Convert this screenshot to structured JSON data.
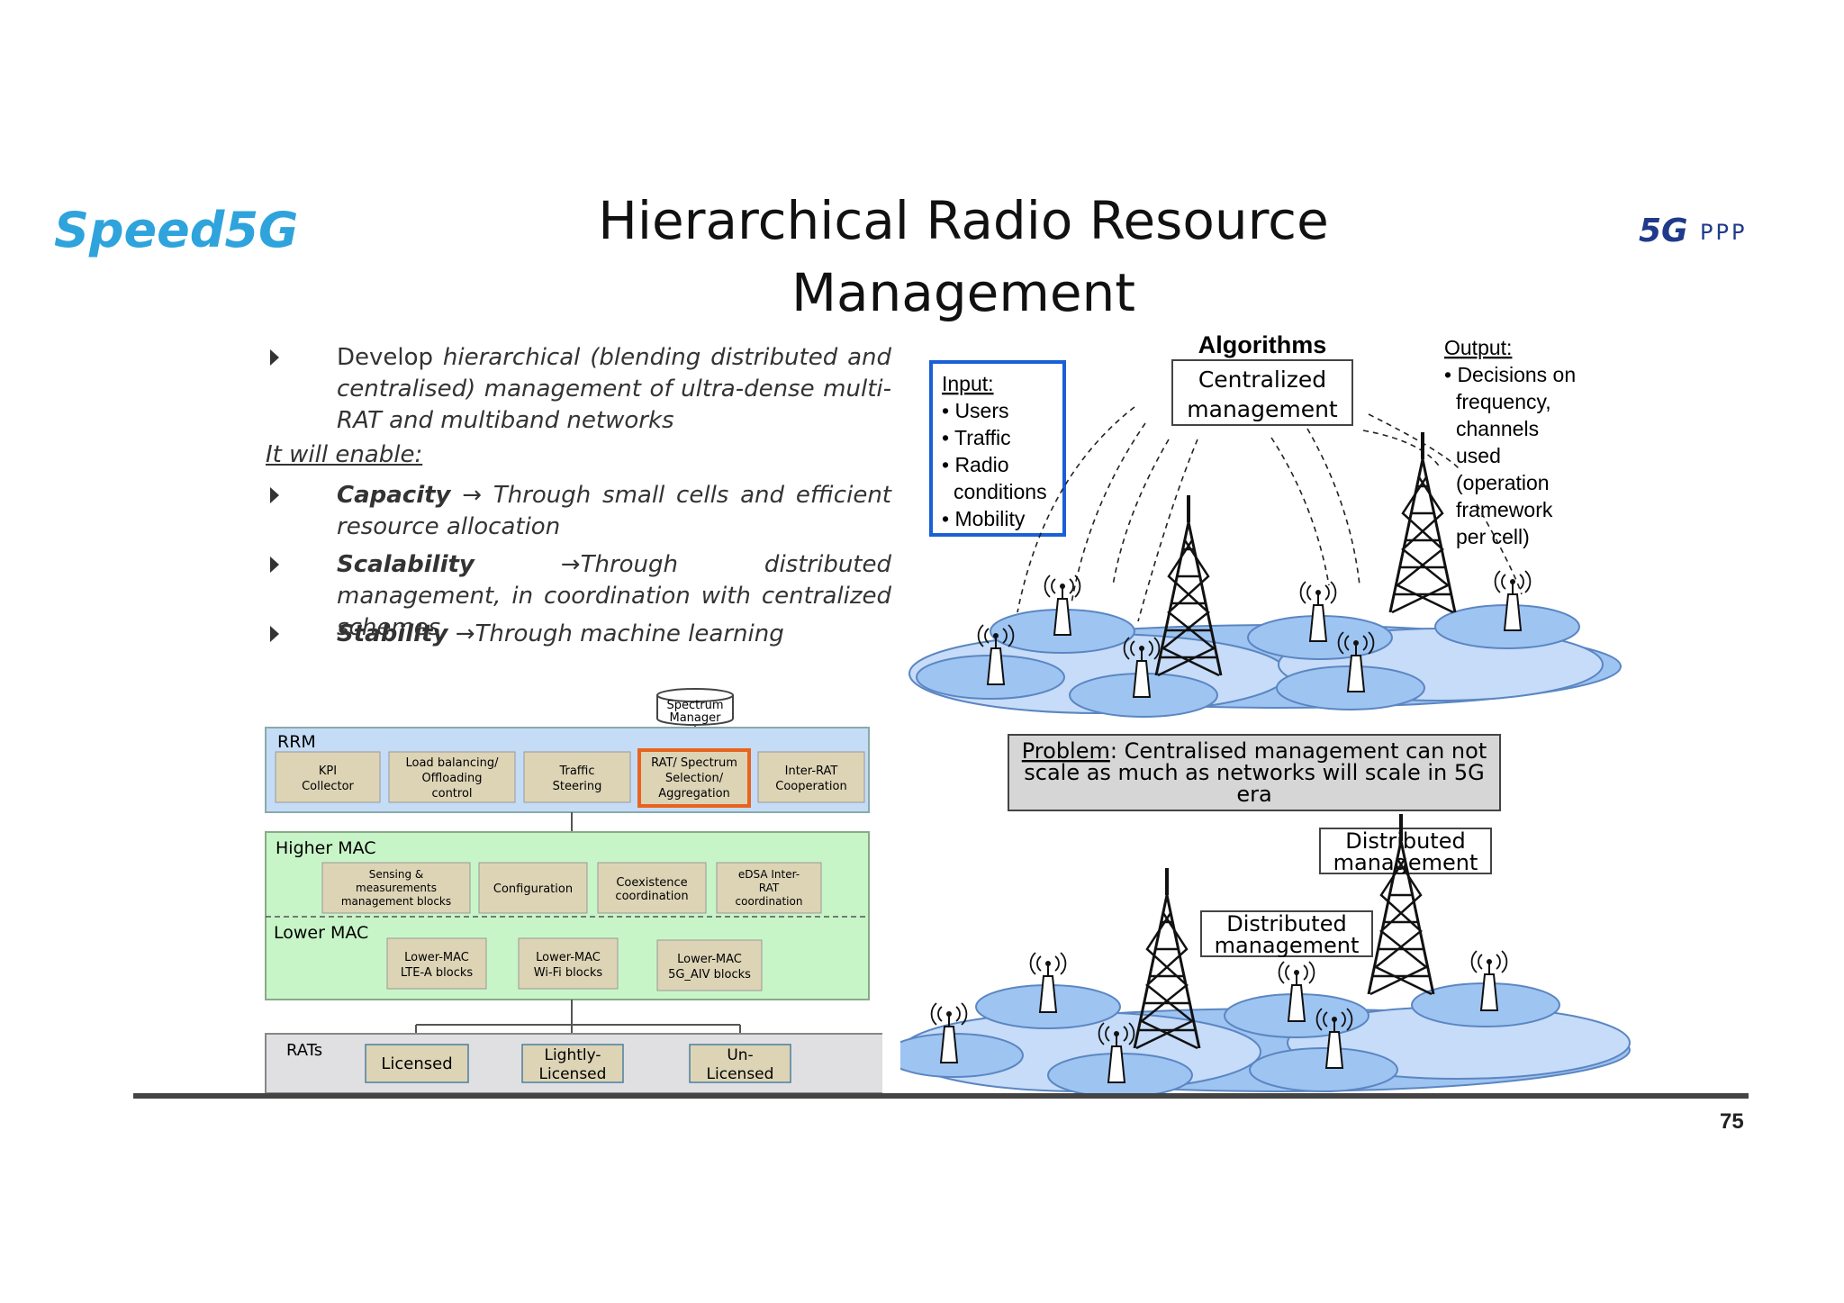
{
  "header": {
    "title_line1": "Hierarchical Radio Resource",
    "title_line2": "Management",
    "logo_left": "Speed5G",
    "logo_right_5g": "5G",
    "logo_right_ppp": "PPP"
  },
  "bullets": {
    "b1_pre": "Develop ",
    "b1_italic": "hierarchical (blending distributed and centralised) management of ultra-dense multi-RAT and multiband networks",
    "enable": "It will enable:",
    "b2_bold": "Capacity",
    "b2_rest": " → Through small cells and efficient resource allocation",
    "b3_bold": "Scalability",
    "b3_rest": " →Through distributed management, in coordination with centralized schemes",
    "b4_bold": "Stability",
    "b4_rest": " →Through machine learning"
  },
  "architecture": {
    "spectrum_manager_l1": "Spectrum",
    "spectrum_manager_l2": "Manager",
    "rrm_label": "RRM",
    "rrm_blocks": [
      {
        "l1": "KPI",
        "l2": "Collector",
        "l3": ""
      },
      {
        "l1": "Load balancing/",
        "l2": "Offloading",
        "l3": "control"
      },
      {
        "l1": "Traffic",
        "l2": "Steering",
        "l3": ""
      },
      {
        "l1": "RAT/ Spectrum",
        "l2": "Selection/",
        "l3": "Aggregation"
      },
      {
        "l1": "Inter-RAT",
        "l2": "Cooperation",
        "l3": ""
      }
    ],
    "higher_mac_label": "Higher MAC",
    "higher_mac_blocks": [
      {
        "l1": "Sensing &",
        "l2": "measurements",
        "l3": "management blocks"
      },
      {
        "l1": "",
        "l2": "Configuration",
        "l3": ""
      },
      {
        "l1": "Coexistence",
        "l2": "coordination",
        "l3": ""
      },
      {
        "l1": "eDSA Inter-",
        "l2": "RAT",
        "l3": "coordination"
      }
    ],
    "lower_mac_label": "Lower MAC",
    "lower_mac_blocks": [
      {
        "l1": "Lower-MAC",
        "l2": "LTE-A blocks"
      },
      {
        "l1": "Lower-MAC",
        "l2": "Wi-Fi blocks"
      },
      {
        "l1": "Lower-MAC",
        "l2": "5G_AIV blocks"
      }
    ],
    "rats_label": "RATs",
    "rats_blocks": [
      {
        "l1": "Licensed",
        "l2": ""
      },
      {
        "l1": "Lightly-",
        "l2": "Licensed"
      },
      {
        "l1": "Un-",
        "l2": "Licensed"
      }
    ]
  },
  "network": {
    "algorithms": "Algorithms",
    "centralized_l1": "Centralized",
    "centralized_l2": "management",
    "input_title": "Input:",
    "input_items": [
      "• Users",
      "• Traffic",
      "• Radio",
      "  conditions",
      "• Mobility"
    ],
    "output_title": "Output:",
    "output_items": [
      "• Decisions on",
      "  frequency,",
      "  channels",
      "  used",
      "  (operation",
      "  framework",
      "  per cell)"
    ],
    "problem_label": "Problem",
    "problem_l1": ": Centralised management can not",
    "problem_l2": "scale as much as networks will scale in 5G",
    "problem_l3": "era",
    "distributed_l1": "Distributed",
    "distributed_l2": "management"
  },
  "footer": {
    "page_number": "75"
  },
  "colors": {
    "logo_blue": "#2ea3dc",
    "rrm_bg": "#c5dcf7",
    "mac_bg": "#c8f5c8",
    "rats_bg": "#e0e0e3",
    "block_bg": "#ddd4b6",
    "highlight": "#e8641e",
    "input_border": "#1a5fd6",
    "cell_blue": "#9ec4f2"
  }
}
